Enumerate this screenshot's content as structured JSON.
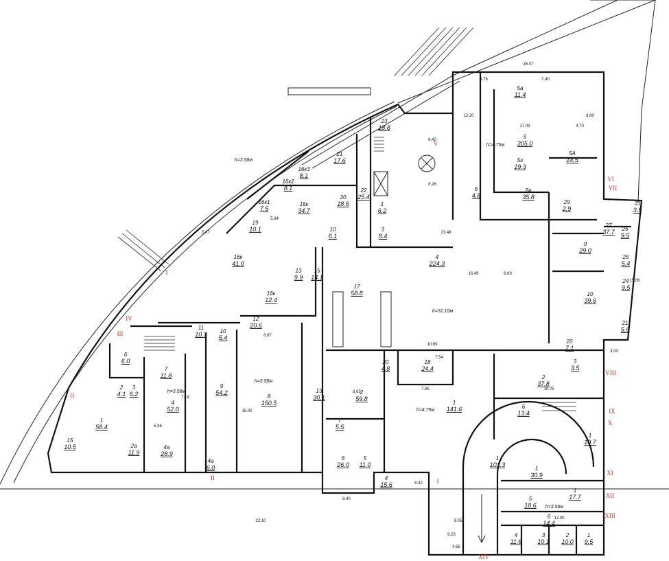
{
  "plan": {
    "rooms": [
      {
        "num": "23",
        "area": "18.8"
      },
      {
        "num": "21",
        "area": "17.6"
      },
      {
        "num": "20",
        "area": "18.6"
      },
      {
        "num": "22",
        "area": "25.4"
      },
      {
        "num": "1",
        "area": "6.2"
      },
      {
        "num": "3",
        "area": "8.4"
      },
      {
        "num": "16к",
        "area": "34.7"
      },
      {
        "num": "16к",
        "area": "41.0"
      },
      {
        "num": "13",
        "area": "9.9"
      },
      {
        "num": "15",
        "area": "14.1"
      },
      {
        "num": "17",
        "area": "58.8"
      },
      {
        "num": "4",
        "area": "224.3"
      },
      {
        "num": "16к",
        "area": "12.4"
      },
      {
        "num": "10",
        "area": "6.1"
      },
      {
        "num": "16к1",
        "area": "7.5"
      },
      {
        "num": "16к2",
        "area": "8.1"
      },
      {
        "num": "16к3",
        "area": "8.1"
      },
      {
        "num": "19",
        "area": "10.1"
      },
      {
        "num": "5",
        "area": "305.0"
      },
      {
        "num": "5а",
        "area": "11.4"
      },
      {
        "num": "5г",
        "area": "19.3"
      },
      {
        "num": "5А",
        "area": "14.5"
      },
      {
        "num": "5в",
        "area": "35.8"
      },
      {
        "num": "6",
        "area": "4.8"
      },
      {
        "num": "29",
        "area": "2.9"
      },
      {
        "num": "31",
        "area": "3.5"
      },
      {
        "num": "27",
        "area": "37.7"
      },
      {
        "num": "26",
        "area": "9.5"
      },
      {
        "num": "25",
        "area": "5.4"
      },
      {
        "num": "24",
        "area": "9.5"
      },
      {
        "num": "21",
        "area": "5.6"
      },
      {
        "num": "9",
        "area": "29.0"
      },
      {
        "num": "10",
        "area": "39.6"
      },
      {
        "num": "7",
        "area": "11.8"
      },
      {
        "num": "4",
        "area": "52.0"
      },
      {
        "num": "9",
        "area": "54.2"
      },
      {
        "num": "8",
        "area": "150.5"
      },
      {
        "num": "1",
        "area": "58.4"
      },
      {
        "num": "15",
        "area": "10.5"
      },
      {
        "num": "3",
        "area": "6.2"
      },
      {
        "num": "2",
        "area": "4.1"
      },
      {
        "num": "4а",
        "area": "28.9"
      },
      {
        "num": "2а",
        "area": "11.9"
      },
      {
        "num": "12",
        "area": "20.6"
      },
      {
        "num": "11",
        "area": "10.3"
      },
      {
        "num": "10",
        "area": "5.4"
      },
      {
        "num": "13",
        "area": "30.1"
      },
      {
        "num": "4а",
        "area": "6.0"
      },
      {
        "num": "6",
        "area": "6.0"
      },
      {
        "num": "18",
        "area": "24.4"
      },
      {
        "num": "20",
        "area": "4.8"
      },
      {
        "num": "2",
        "area": "59.8"
      },
      {
        "num": "1",
        "area": "141.6"
      },
      {
        "num": "2",
        "area": "37.8"
      },
      {
        "num": "6",
        "area": "13.4"
      },
      {
        "num": "7",
        "area": "5.5"
      },
      {
        "num": "6",
        "area": "26.0"
      },
      {
        "num": "5",
        "area": "11.0"
      },
      {
        "num": "4",
        "area": "15.6"
      },
      {
        "num": "1",
        "area": "101.3"
      },
      {
        "num": "1",
        "area": "30.9"
      },
      {
        "num": "1",
        "area": "10.7"
      },
      {
        "num": "1",
        "area": "17.7"
      },
      {
        "num": "5",
        "area": "18.6"
      },
      {
        "num": "6",
        "area": "14.4"
      },
      {
        "num": "4",
        "area": "11.8"
      },
      {
        "num": "3",
        "area": "10.1"
      },
      {
        "num": "2",
        "area": "10.0"
      },
      {
        "num": "1",
        "area": "9.5"
      },
      {
        "num": "20",
        "area": "7.1"
      },
      {
        "num": "3",
        "area": "3.5"
      }
    ],
    "markers": [
      "V",
      "VI",
      "VII",
      "VIII",
      "IX",
      "X",
      "XI",
      "XII",
      "XIII",
      "XIV",
      "I",
      "II",
      "II",
      "III",
      "IV",
      "I"
    ],
    "heights": [
      "h=3.58м",
      "h=4.75м",
      "h=32.10м",
      "h=3.58м",
      "h=3.58м",
      "h=4.75м",
      "h=3.58м"
    ],
    "dimensions": [
      "16.07",
      "4.76",
      "7.40",
      "17.09",
      "12.20",
      "8.80",
      "4.70",
      "6.42",
      "8.26",
      "23.48",
      "16.49",
      "8.89",
      "10.69",
      "7.54",
      "7.95",
      "8.65",
      "8.87",
      "15.00",
      "7.14",
      "5.36",
      "22.10",
      "8.40",
      "6.42",
      "9.23",
      "8.05",
      "4.65",
      "12.00",
      "10.75",
      "15.66",
      "5.87",
      "5.64",
      "3.00"
    ]
  }
}
